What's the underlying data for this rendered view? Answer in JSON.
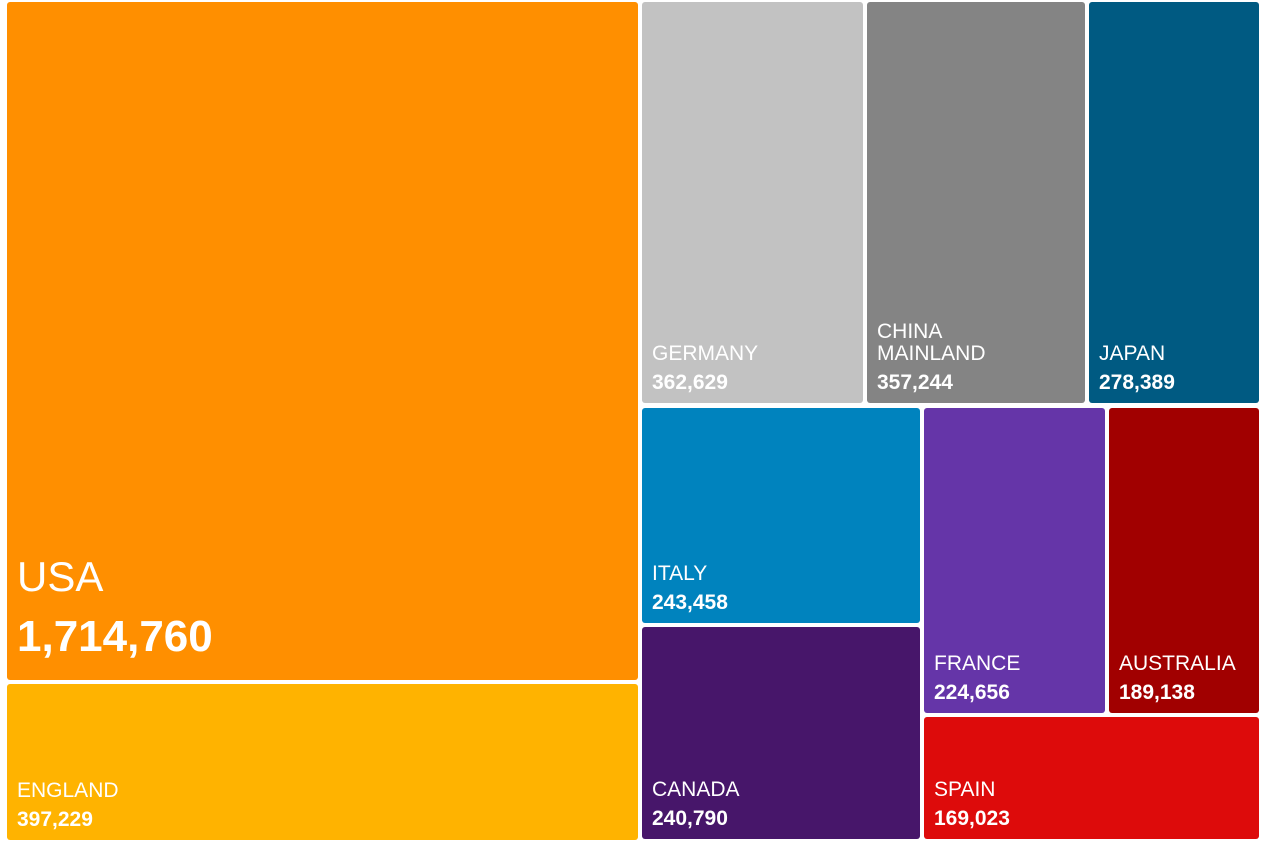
{
  "chart_data": {
    "type": "treemap",
    "items": [
      {
        "key": "usa",
        "label": "USA",
        "value_text": "1,714,760",
        "value": 1714760,
        "color": "#FF8F00"
      },
      {
        "key": "england",
        "label": "ENGLAND",
        "value_text": "397,229",
        "value": 397229,
        "color": "#FFB300"
      },
      {
        "key": "germany",
        "label": "GERMANY",
        "value_text": "362,629",
        "value": 362629,
        "color": "#C2C2C2"
      },
      {
        "key": "china-mainland",
        "label": "CHINA\nMAINLAND",
        "value_text": "357,244",
        "value": 357244,
        "color": "#848484"
      },
      {
        "key": "japan",
        "label": "JAPAN",
        "value_text": "278,389",
        "value": 278389,
        "color": "#005A82"
      },
      {
        "key": "italy",
        "label": "ITALY",
        "value_text": "243,458",
        "value": 243458,
        "color": "#0083BE"
      },
      {
        "key": "canada",
        "label": "CANADA",
        "value_text": "240,790",
        "value": 240790,
        "color": "#47166A"
      },
      {
        "key": "france",
        "label": "FRANCE",
        "value_text": "224,656",
        "value": 224656,
        "color": "#6535A8"
      },
      {
        "key": "australia",
        "label": "AUSTRALIA",
        "value_text": "189,138",
        "value": 189138,
        "color": "#A10000"
      },
      {
        "key": "spain",
        "label": "SPAIN",
        "value_text": "169,023",
        "value": 169023,
        "color": "#DD0B0B"
      }
    ]
  }
}
